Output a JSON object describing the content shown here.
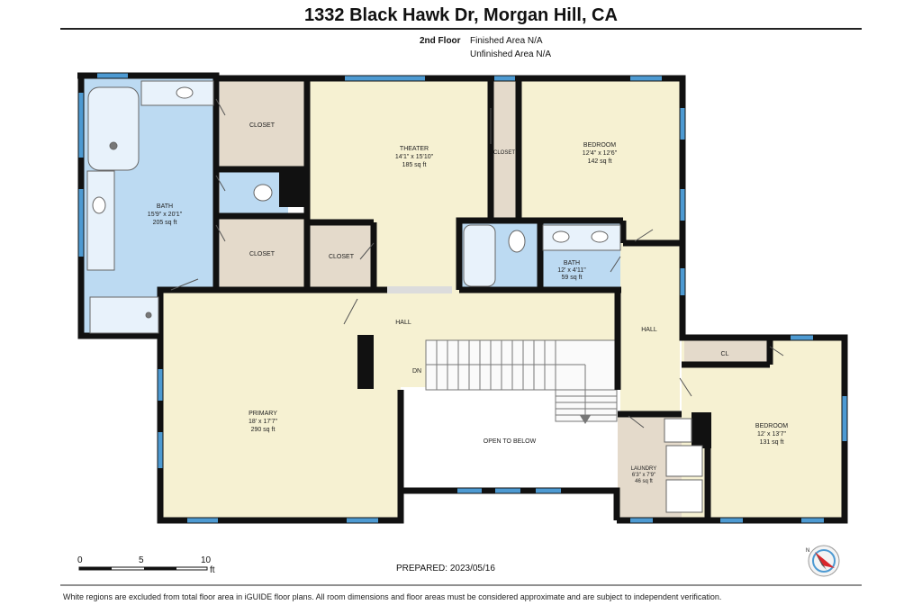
{
  "title": "1332 Black Hawk Dr, Morgan Hill, CA",
  "floor": {
    "name": "2nd Floor",
    "finished": "Finished Area N/A",
    "unfinished": "Unfinished Area N/A"
  },
  "rooms": {
    "bath1": {
      "name": "BATH",
      "dims": "15'9\" x 20'1\"",
      "area": "205 sq ft"
    },
    "closet1": {
      "name": "CLOSET"
    },
    "closet2": {
      "name": "CLOSET"
    },
    "closet3": {
      "name": "CLOSET"
    },
    "closet4": {
      "name": "CLOSET"
    },
    "theater": {
      "name": "THEATER",
      "dims": "14'1\" x 15'10\"",
      "area": "185 sq ft"
    },
    "bedroom1": {
      "name": "BEDROOM",
      "dims": "12'4\" x 12'6\"",
      "area": "142 sq ft"
    },
    "bath2": {
      "name": "BATH",
      "dims": "12' x 4'11\"",
      "area": "59 sq ft"
    },
    "hall1": {
      "name": "HALL"
    },
    "hall2": {
      "name": "HALL"
    },
    "dn": {
      "name": "DN"
    },
    "primary": {
      "name": "PRIMARY",
      "dims": "18' x 17'7\"",
      "area": "290 sq ft"
    },
    "open": {
      "name": "OPEN TO BELOW"
    },
    "laundry": {
      "name": "LAUNDRY",
      "dims": "6'3\" x 7'9\"",
      "area": "46 sq ft"
    },
    "bedroom2": {
      "name": "BEDROOM",
      "dims": "12' x 13'7\"",
      "area": "131 sq ft"
    },
    "cl": {
      "name": "CL"
    }
  },
  "scale": {
    "t0": "0",
    "t5": "5",
    "t10": "10",
    "unit": "ft"
  },
  "compass": {
    "label": "N"
  },
  "prepared": "PREPARED: 2023/05/16",
  "footer": "White regions are excluded from total floor area in iGUIDE floor plans. All room dimensions and floor areas must be considered approximate and are subject to independent verification.",
  "colors": {
    "bath": "#bcdaf2",
    "closet": "#e4dacb",
    "living": "#f6f1d2",
    "wall": "#111111",
    "window": "#4d9ad2"
  }
}
